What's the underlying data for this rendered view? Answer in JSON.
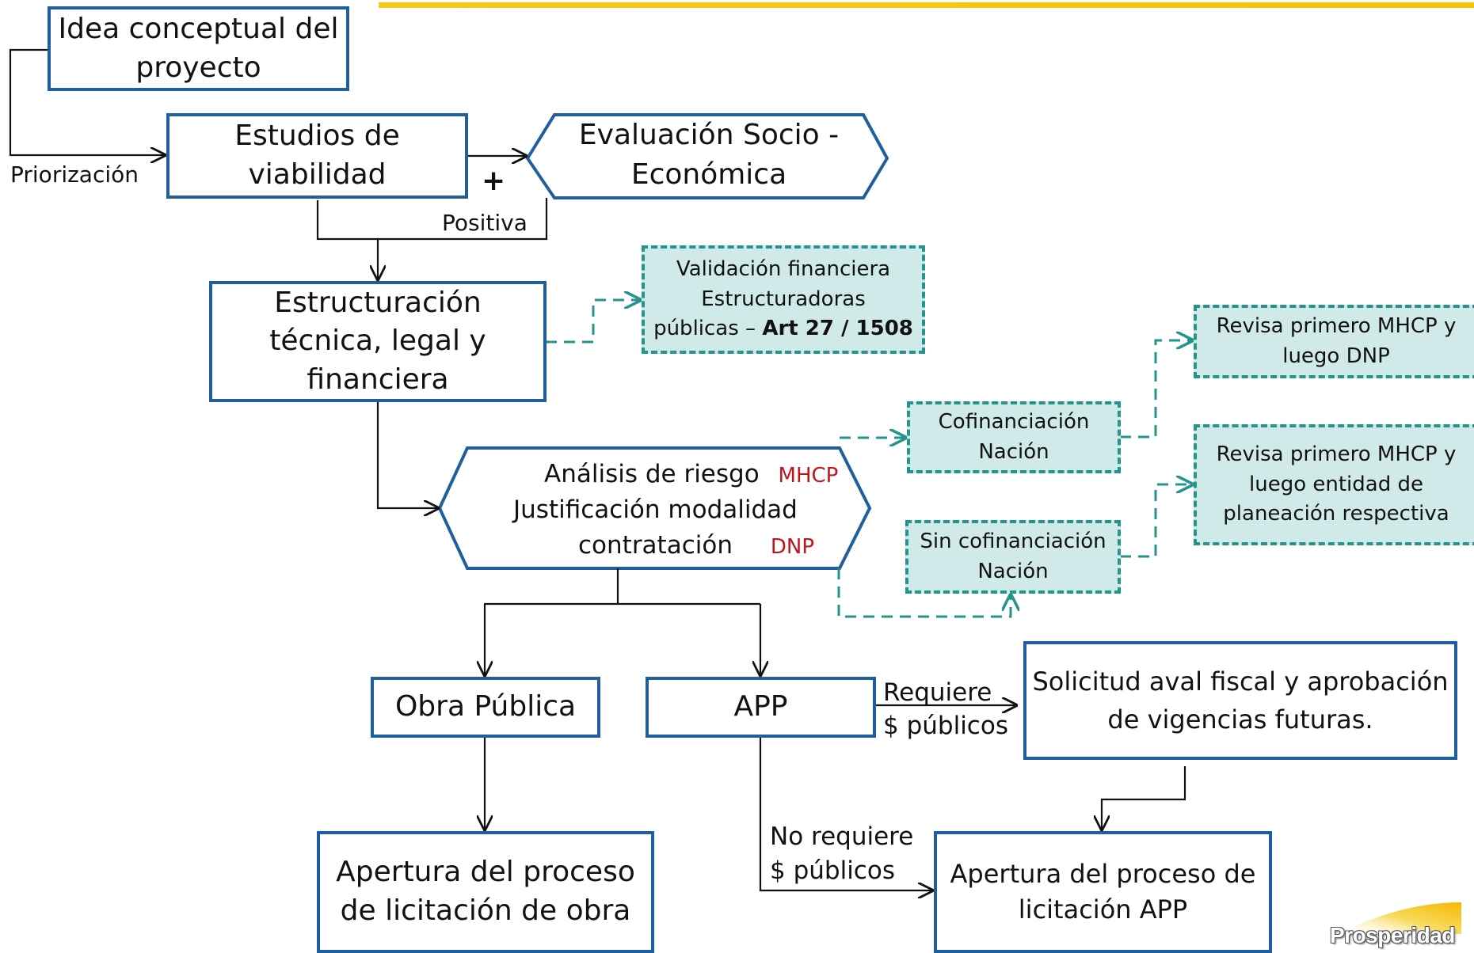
{
  "boxes": {
    "idea": {
      "l1": "Idea conceptual del",
      "l2": "proyecto"
    },
    "estudios": {
      "l1": "Estudios de",
      "l2": "viabilidad"
    },
    "evaluacion": {
      "l1": "Evaluación Socio -",
      "l2": "Económica"
    },
    "estructuracion": {
      "l1": "Estructuración",
      "l2": "técnica, legal y",
      "l3": "financiera"
    },
    "validacion": {
      "l1": "Validación financiera",
      "l2": "Estructuradoras",
      "l3a": "públicas – ",
      "l3b": "Art 27 / 1508"
    },
    "analisis": {
      "l1": "Análisis de riesgo",
      "tag1": "MHCP",
      "l2": "Justificación modalidad",
      "l3": "contratación",
      "tag2": "DNP"
    },
    "cofinanciacion": {
      "l1": "Cofinanciación",
      "l2": "Nación"
    },
    "sin_cofinanciacion": {
      "l1": "Sin cofinanciación",
      "l2": "Nación"
    },
    "revisa1": {
      "l1": "Revisa primero MHCP y",
      "l2": "luego DNP"
    },
    "revisa2": {
      "l1": "Revisa primero MHCP y",
      "l2": "luego entidad de",
      "l3": "planeación respectiva"
    },
    "obra": {
      "l1": "Obra Pública"
    },
    "app": {
      "l1": "APP"
    },
    "solicitud": {
      "l1": "Solicitud aval fiscal y aprobación",
      "l2": "de vigencias futuras."
    },
    "apertura_obra": {
      "l1": "Apertura del proceso",
      "l2": "de licitación de obra"
    },
    "apertura_app": {
      "l1": "Apertura del proceso de",
      "l2": "licitación APP"
    }
  },
  "labels": {
    "priorizacion": "Priorización",
    "plus": "+",
    "positiva": "Positiva",
    "requiere_1": "Requiere",
    "requiere_2": "$ públicos",
    "no_requiere_1": "No requiere",
    "no_requiere_2": "$ públicos"
  },
  "logo": {
    "text": "Prosperidad"
  },
  "colors": {
    "box_border": "#1f5f9e",
    "dashed_border": "#23958c",
    "dashed_fill": "#cfeae8",
    "accent_red": "#c0161b",
    "top_bar": "#f5c400"
  }
}
